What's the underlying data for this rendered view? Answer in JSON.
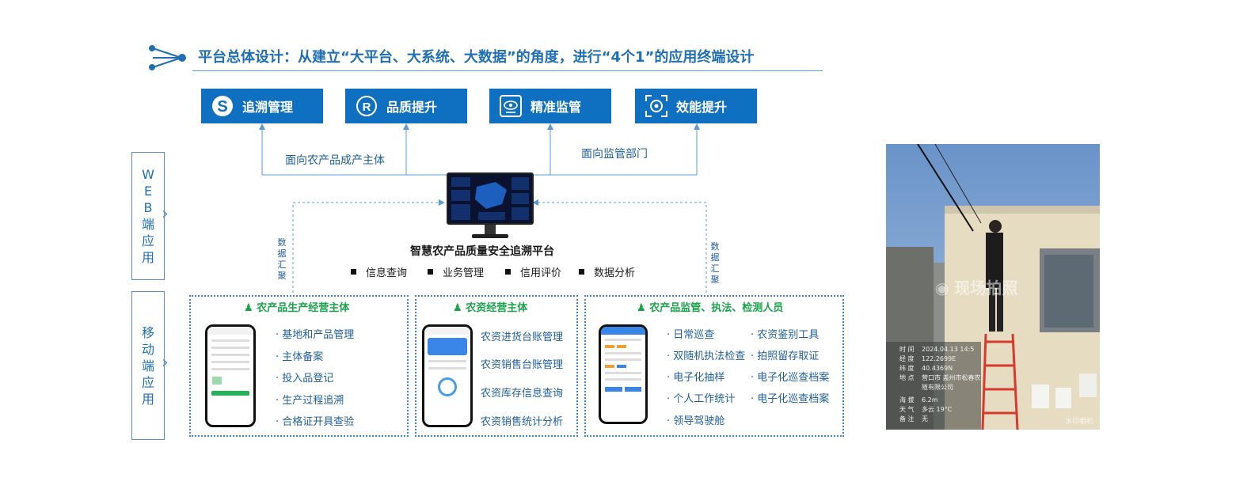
{
  "title": {
    "prefix": "平台总体设计：从建立",
    "quote1": "“大平台、大系统、大数据”",
    "middle": "的角度，进行",
    "quote2": "“4个1”",
    "suffix": "的应用终端设计"
  },
  "modules": [
    {
      "label": "追溯管理",
      "icon": "s-logo-icon"
    },
    {
      "label": "品质提升",
      "icon": "registered-icon"
    },
    {
      "label": "精准监管",
      "icon": "eye-icon"
    },
    {
      "label": "效能提升",
      "icon": "target-icon"
    }
  ],
  "connectors": {
    "left": "面向农产品成产主体",
    "right": "面向监管部门"
  },
  "sides": {
    "web": "WEB端应用",
    "mobile": "移动端应用"
  },
  "data_gather": {
    "left": "数据汇聚",
    "right": "数据汇聚"
  },
  "platform": {
    "name": "智慧农产品质量安全追溯平台",
    "features": [
      "信息查询",
      "业务管理",
      "信用评价",
      "数据分析"
    ]
  },
  "boxes": [
    {
      "title": "农产品生产经营主体",
      "items": [
        "· 基地和产品管理",
        "· 主体备案",
        "· 投入品登记",
        "· 生产过程追溯",
        "· 合格证开具查验"
      ]
    },
    {
      "title": "农资经营主体",
      "items": [
        "农资进货台账管理",
        "农资销售台账管理",
        "农资库存信息查询",
        "农资销售统计分析"
      ]
    },
    {
      "title": "农产品监管、执法、检测人员",
      "items_left": [
        "· 日常巡查",
        "· 双随机执法检查",
        "· 电子化抽样",
        "· 个人工作统计",
        "· 领导驾驶舱"
      ],
      "items_right": [
        "· 农资鉴别工具",
        "· 拍照留存取证",
        "· 电子化巡查档案",
        "· 电子化巡查档案"
      ]
    }
  ],
  "photo": {
    "watermark": "现场拍照",
    "camera": "水印相机",
    "info": [
      {
        "k": "时 间",
        "v": "2024.04.13   14:5"
      },
      {
        "k": "经 度",
        "v": "122.2699E"
      },
      {
        "k": "纬 度",
        "v": "40.4369N"
      },
      {
        "k": "地 点",
        "v": "营口市 盖州市松春农"
      },
      {
        "k": "",
        "v": "殖有限公司"
      },
      {
        "k": "海 拔",
        "v": "6.2m"
      },
      {
        "k": "天 气",
        "v": "多云   19°C"
      },
      {
        "k": "备 注",
        "v": "无"
      }
    ]
  },
  "colors": {
    "primary": "#0f6fc0",
    "green": "#1aa34a",
    "text_blue": "#1f5f9a"
  }
}
